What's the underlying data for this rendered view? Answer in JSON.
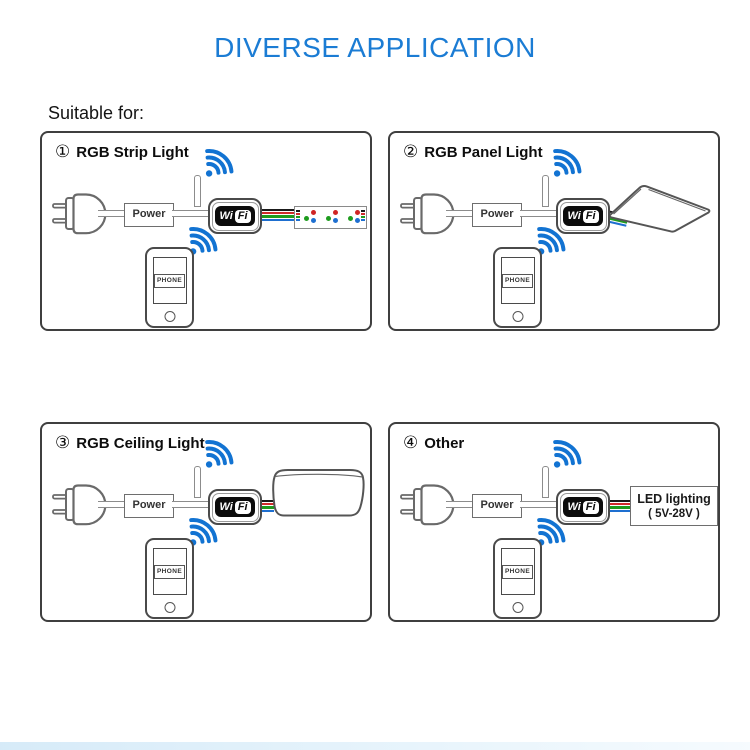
{
  "title": "DIVERSE APPLICATION",
  "subtitle": "Suitable for:",
  "colors": {
    "title": "#1b7cd4",
    "wifi": "#1273d2",
    "wire_black": "#1a1a1a",
    "wire_red": "#cf2b2b",
    "wire_green": "#1e9c1e",
    "wire_blue": "#1e6fd0"
  },
  "device": {
    "power_label": "Power",
    "wifi_wi": "Wi",
    "wifi_fi": "Fi",
    "phone_label": "PHONE"
  },
  "panels": [
    {
      "number": "①",
      "label": "RGB Strip Light"
    },
    {
      "number": "②",
      "label": "RGB Panel Light"
    },
    {
      "number": "③",
      "label": "RGB Ceiling Light"
    },
    {
      "number": "④",
      "label": "Other",
      "output_line1": "LED lighting",
      "output_line2": "( 5V-28V )"
    }
  ]
}
